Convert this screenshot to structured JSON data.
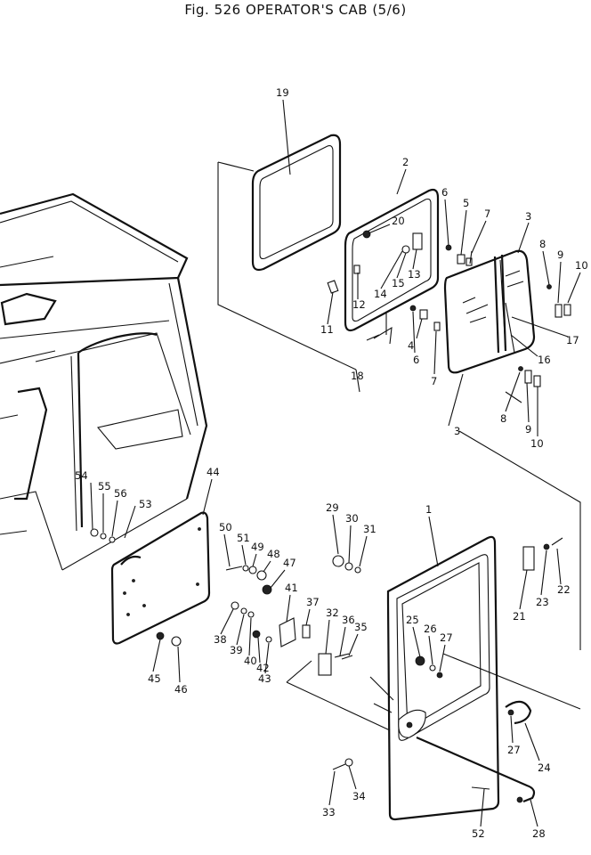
{
  "figure": {
    "title": "Fig. 526   OPERATOR'S CAB (5/6)"
  },
  "callouts": {
    "c1": "1",
    "c2": "2",
    "c3a": "3",
    "c3b": "3",
    "c4": "4",
    "c5": "5",
    "c6a": "6",
    "c6b": "6",
    "c7a": "7",
    "c7b": "7",
    "c8a": "8",
    "c8b": "8",
    "c9a": "9",
    "c9b": "9",
    "c10a": "10",
    "c10b": "10",
    "c11": "11",
    "c12": "12",
    "c13": "13",
    "c14": "14",
    "c15": "15",
    "c16": "16",
    "c17": "17",
    "c18": "18",
    "c19": "19",
    "c20": "20",
    "c21": "21",
    "c22": "22",
    "c23": "23",
    "c24": "24",
    "c25": "25",
    "c26": "26",
    "c27a": "27",
    "c27b": "27",
    "c28": "28",
    "c29": "29",
    "c30": "30",
    "c31": "31",
    "c32": "32",
    "c33": "33",
    "c34": "34",
    "c35": "35",
    "c36": "36",
    "c37": "37",
    "c38": "38",
    "c39": "39",
    "c40": "40",
    "c41": "41",
    "c42": "42",
    "c43": "43",
    "c44": "44",
    "c45": "45",
    "c46": "46",
    "c47": "47",
    "c48": "48",
    "c49": "49",
    "c50": "50",
    "c51": "51",
    "c52": "52",
    "c53": "53",
    "c54": "54",
    "c55": "55",
    "c56": "56"
  }
}
